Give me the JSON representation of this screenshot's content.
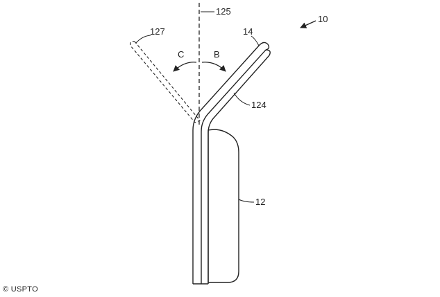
{
  "labels": {
    "figure_ref": "10",
    "axis_ref": "125",
    "dashed_position_ref": "127",
    "panel_ref": "14",
    "hinge_ref": "124",
    "body_ref": "12",
    "direction_c": "C",
    "direction_b": "B"
  },
  "credit": "© USPTO",
  "colors": {
    "line": "#222222",
    "background": "#ffffff"
  }
}
